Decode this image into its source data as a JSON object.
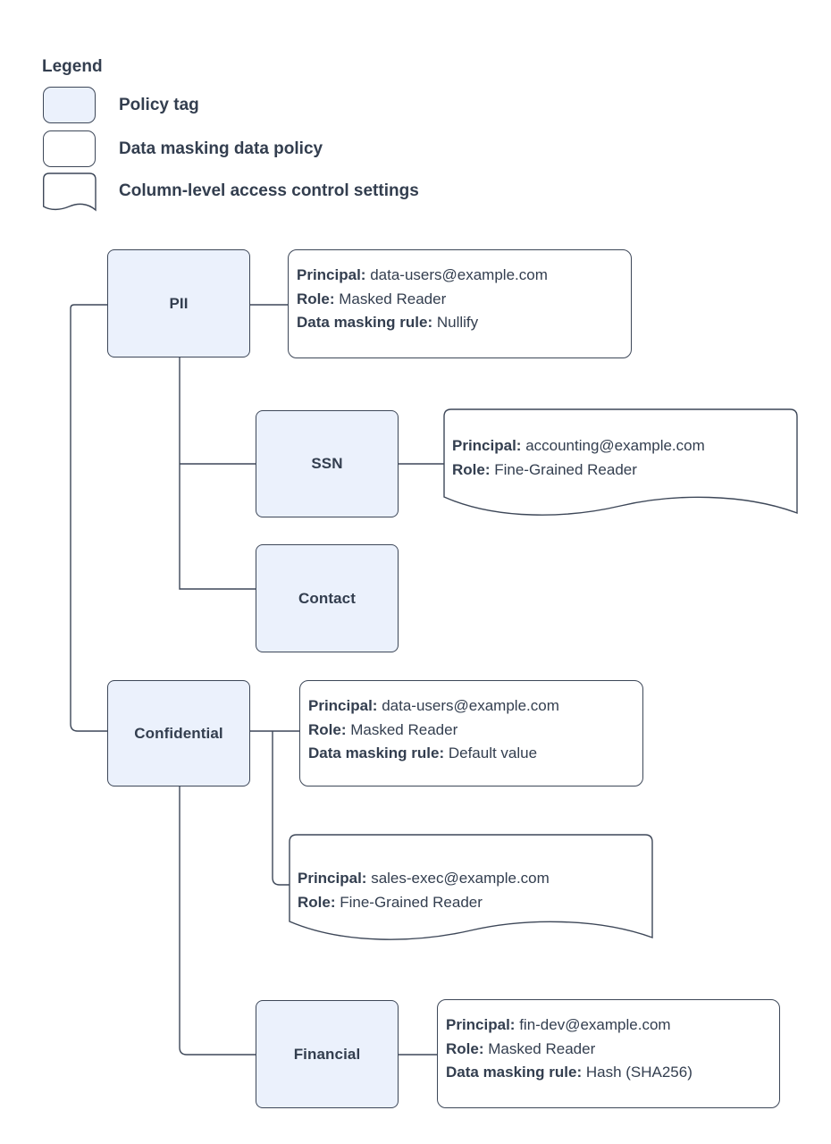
{
  "legend": {
    "title": "Legend",
    "items": [
      {
        "swatch": "policy-tag-swatch",
        "label": "Policy tag"
      },
      {
        "swatch": "data-masking-policy-swatch",
        "label": "Data masking data policy"
      },
      {
        "swatch": "column-access-swatch",
        "label": "Column-level access control settings"
      }
    ]
  },
  "tree": {
    "pii": {
      "label": "PII"
    },
    "ssn": {
      "label": "SSN"
    },
    "contact": {
      "label": "Contact"
    },
    "confidential": {
      "label": "Confidential"
    },
    "financial": {
      "label": "Financial"
    }
  },
  "policies": {
    "pii_masking": {
      "type": "data-masking-policy",
      "lines": [
        {
          "label": "Principal:",
          "value": " data-users@example.com"
        },
        {
          "label": "Role:",
          "value": " Masked Reader"
        },
        {
          "label": "Data masking rule:",
          "value": " Nullify"
        }
      ]
    },
    "ssn_access": {
      "type": "column-level-access-control",
      "lines": [
        {
          "label": "Principal:",
          "value": " accounting@example.com"
        },
        {
          "label": "Role:",
          "value": " Fine-Grained Reader"
        }
      ]
    },
    "confidential_masking": {
      "type": "data-masking-policy",
      "lines": [
        {
          "label": "Principal:",
          "value": " data-users@example.com"
        },
        {
          "label": "Role:",
          "value": " Masked Reader"
        },
        {
          "label": "Data masking rule:",
          "value": " Default value"
        }
      ]
    },
    "confidential_access": {
      "type": "column-level-access-control",
      "lines": [
        {
          "label": "Principal:",
          "value": " sales-exec@example.com"
        },
        {
          "label": "Role:",
          "value": " Fine-Grained Reader"
        }
      ]
    },
    "financial_masking": {
      "type": "data-masking-policy",
      "lines": [
        {
          "label": "Principal:",
          "value": " fin-dev@example.com"
        },
        {
          "label": "Role:",
          "value": " Masked Reader"
        },
        {
          "label": "Data masking rule:",
          "value": " Hash (SHA256)"
        }
      ]
    }
  },
  "colors": {
    "policy_tag_fill": "#ebf1fc",
    "shape_border": "#3d4758",
    "text": "#333e4f",
    "connector": "#3d4758",
    "background": "#ffffff"
  }
}
